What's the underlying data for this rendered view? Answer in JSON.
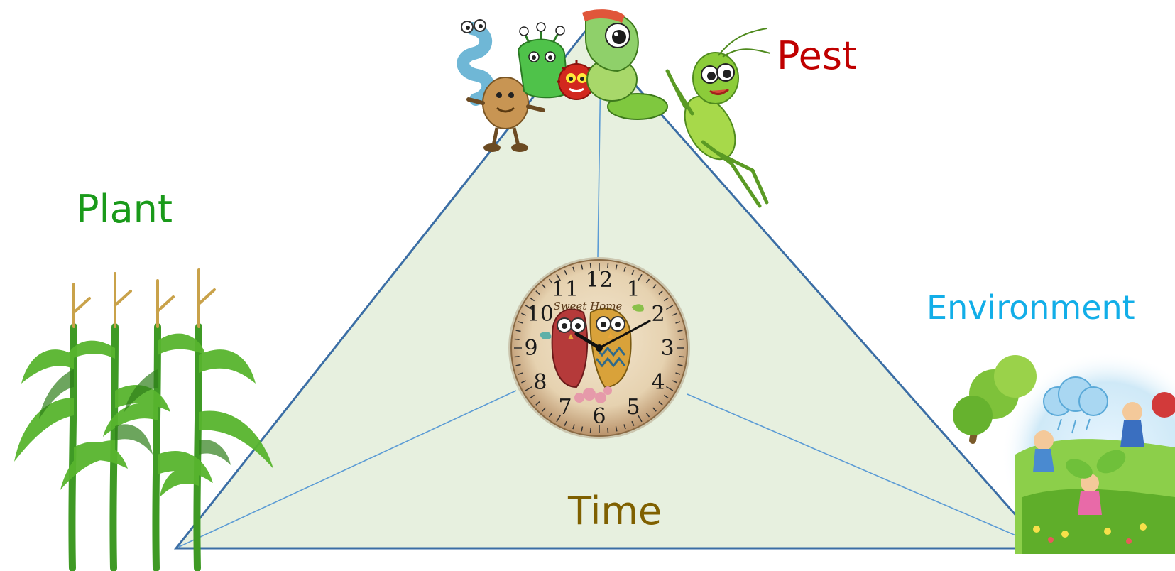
{
  "labels": {
    "plant": "Plant",
    "pest": "Pest",
    "environment": "Environment",
    "time": "Time"
  },
  "clock": {
    "brand_text": "Sweet Home",
    "numerals": [
      "12",
      "1",
      "2",
      "3",
      "4",
      "5",
      "6",
      "7",
      "8",
      "9",
      "10",
      "11"
    ]
  },
  "colors": {
    "plant": "#1a9a1a",
    "pest": "#c00000",
    "environment": "#12aee8",
    "time": "#7f6000",
    "triangle_fill": "#e7f0df",
    "triangle_stroke": "#3b6ea5",
    "inner_line": "#5b9bd5"
  },
  "icons": {
    "plant": "corn-plants-illustration",
    "pest": "cartoon-pests-illustration",
    "environment": "cartoon-environment-illustration",
    "time": "owl-wall-clock-illustration"
  }
}
